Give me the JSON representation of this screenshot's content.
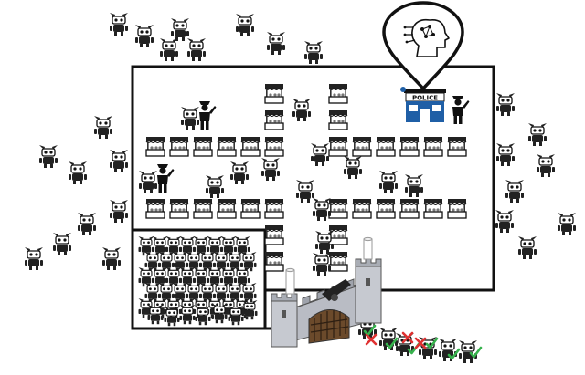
{
  "police_station": {
    "sign": "POLICE"
  },
  "colors": {
    "ink": "#111111",
    "station_blue": "#1f5fa6",
    "castle_grey": "#b9bcc4",
    "door_brown": "#6b4a2b",
    "check_green": "#37b24d",
    "cross_red": "#e03131",
    "ai_pin": "#111111"
  },
  "icons": {
    "ai": "ai-head-brain-icon",
    "robot": "robot-icon",
    "stall": "market-stall-icon",
    "police": "police-officer-icon",
    "castle": "castle-gate-icon"
  },
  "queue": {
    "marks": [
      "check",
      "cross",
      "check",
      "cross",
      "check",
      "cross",
      "check",
      "check",
      "check"
    ]
  }
}
